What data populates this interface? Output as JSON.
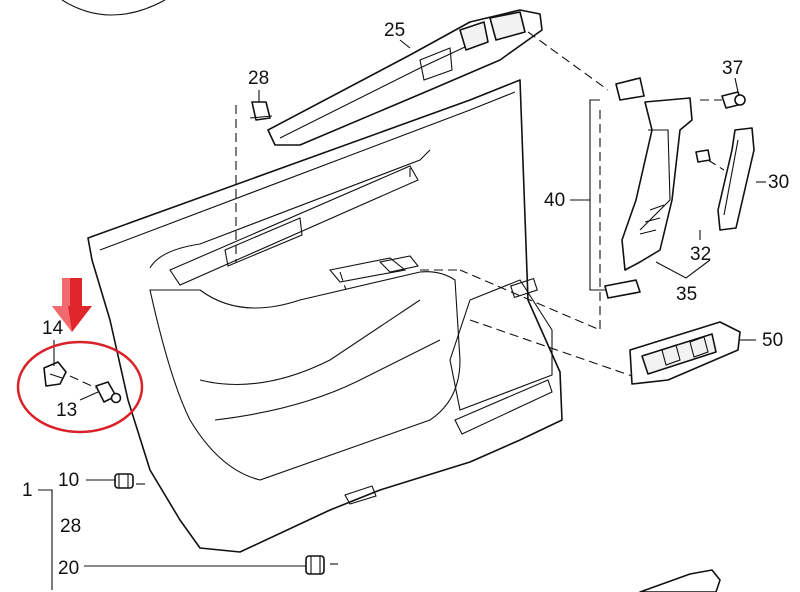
{
  "callouts": {
    "c25": "25",
    "c28_top": "28",
    "c37": "37",
    "c30": "30",
    "c40": "40",
    "c32": "32",
    "c35": "35",
    "c50": "50",
    "c14": "14",
    "c13": "13",
    "c1": "1",
    "c10": "10",
    "c28_left": "28",
    "c20": "20"
  },
  "colors": {
    "highlight_circle": "#d9212a",
    "arrow_fill": "#e0262b",
    "arrow_fill_light": "#f26a6e",
    "line": "#111111"
  },
  "icons": {
    "arrow": "down-arrow-icon"
  }
}
